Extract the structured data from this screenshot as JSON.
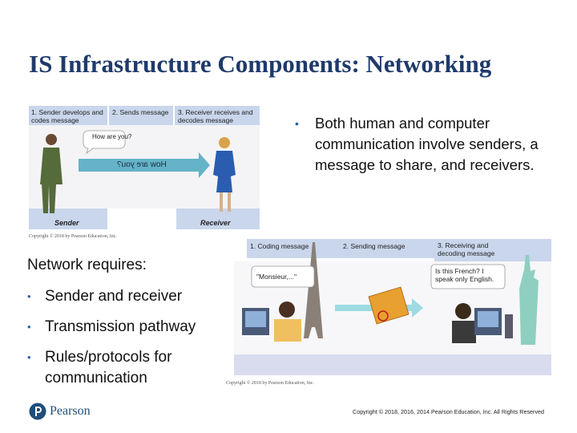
{
  "slide": {
    "title": "IS Infrastructure Components: Networking",
    "right_bullet": "Both human and computer communication involve senders, a message to share, and receivers.",
    "network_heading": "Network requires:",
    "network_items": [
      "Sender and receiver",
      "Transmission pathway",
      "Rules/protocols for communication"
    ],
    "copyright": "Copyright © 2018, 2016, 2014 Pearson Education, Inc. All Rights Reserved",
    "brand": "Pearson"
  },
  "figure1": {
    "step1": "1. Sender develops and codes message",
    "step2": "2. Sends message",
    "step3": "3. Receiver receives and decodes message",
    "bubble": "How are you?",
    "arrow_text": "How are you?",
    "sender_label": "Sender",
    "receiver_label": "Receiver",
    "copyright": "Copyright © 2018 by Pearson Education, Inc."
  },
  "figure2": {
    "step1": "1. Coding message",
    "step2": "2. Sending message",
    "step3": "3. Receiving and decoding message",
    "bubble_left": "\"Monsieur,...\"",
    "bubble_right": "Is this French? I speak only English.",
    "copyright": "Copyright © 2018 by Pearson Education, Inc."
  },
  "colors": {
    "title": "#1f3a6b",
    "accent": "#2f5fa0",
    "panel_blue": "#c9d6ec",
    "arrow": "#4aa7c0"
  }
}
